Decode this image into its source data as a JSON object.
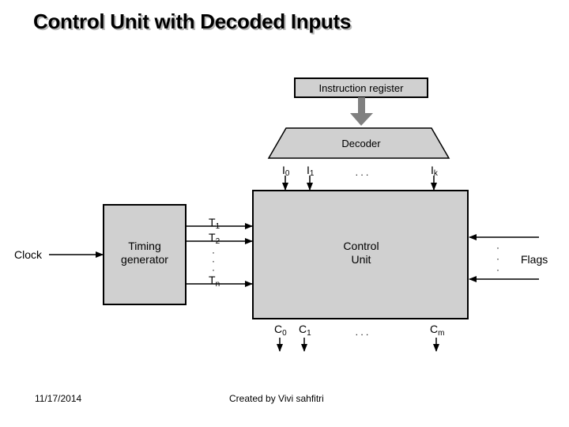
{
  "slide": {
    "title": "Control Unit with Decoded Inputs",
    "footer_date": "11/17/2014",
    "footer_author": "Created by Vivi sahfitri"
  },
  "diagram": {
    "instruction_register": "Instruction register",
    "decoder": "Decoder",
    "timing_generator": [
      "Timing",
      "generator"
    ],
    "control_unit": [
      "Control",
      "Unit"
    ],
    "clock": "Clock",
    "flags": "Flags",
    "decoder_outputs": {
      "i0": {
        "base": "I",
        "sub": "0"
      },
      "i1": {
        "base": "I",
        "sub": "1"
      },
      "ik": {
        "base": "I",
        "sub": "k"
      },
      "ellipsis": ". . ."
    },
    "timing_signals": {
      "t1": {
        "base": "T",
        "sub": "1"
      },
      "t2": {
        "base": "T",
        "sub": "2"
      },
      "tn": {
        "base": "T",
        "sub": "n"
      },
      "dots": [
        "·",
        "·",
        "·"
      ]
    },
    "control_outputs": {
      "c0": {
        "base": "C",
        "sub": "0"
      },
      "c1": {
        "base": "C",
        "sub": "1"
      },
      "cm": {
        "base": "C",
        "sub": "m"
      },
      "ellipsis": ". . ."
    },
    "flag_dots": [
      "·",
      "·",
      "·"
    ],
    "colors": {
      "box_fill": "#d0d0d0",
      "stroke": "#000000",
      "big_arrow": "#808080"
    }
  }
}
